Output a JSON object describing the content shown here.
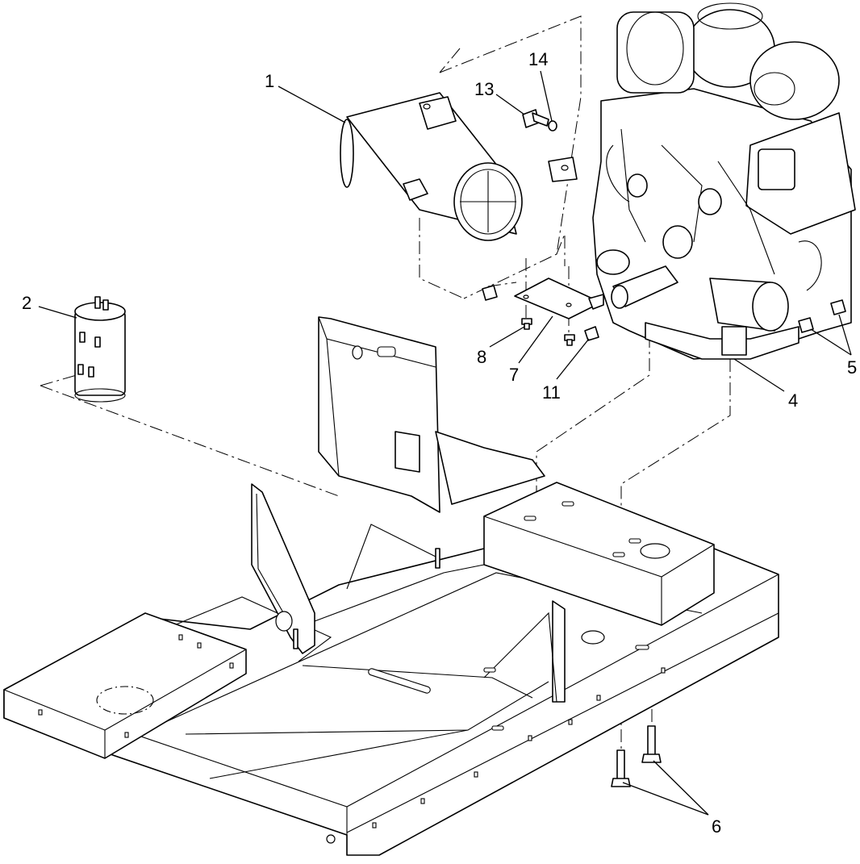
{
  "callouts": [
    {
      "id": "1",
      "text": "1"
    },
    {
      "id": "2",
      "text": "2"
    },
    {
      "id": "4",
      "text": "4"
    },
    {
      "id": "5",
      "text": "5"
    },
    {
      "id": "6",
      "text": "6"
    },
    {
      "id": "7",
      "text": "7"
    },
    {
      "id": "8",
      "text": "8"
    },
    {
      "id": "11",
      "text": "11"
    },
    {
      "id": "13",
      "text": "13"
    },
    {
      "id": "14",
      "text": "14"
    }
  ]
}
